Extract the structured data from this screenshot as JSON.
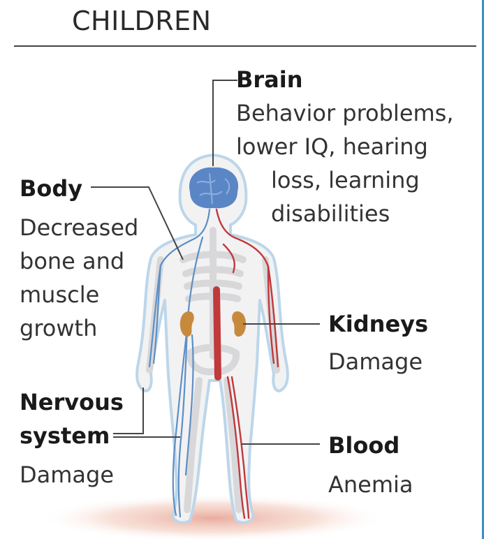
{
  "title": "CHILDREN",
  "labels": {
    "brain": {
      "heading": "Brain",
      "lines": [
        "Behavior problems,",
        "lower IQ, hearing",
        "loss, learning",
        "disabilities"
      ]
    },
    "body": {
      "heading": "Body",
      "lines": [
        "Decreased",
        "bone and",
        "muscle",
        "growth"
      ]
    },
    "kidneys": {
      "heading": "Kidneys",
      "lines": [
        "Damage"
      ]
    },
    "nervous": {
      "heading_lines": [
        "Nervous",
        "system"
      ],
      "lines": [
        "Damage"
      ]
    },
    "blood": {
      "heading": "Blood",
      "lines": [
        "Anemia"
      ]
    }
  },
  "colors": {
    "leader": "#444444",
    "brain": "#5b86c5",
    "kidney": "#c78a3c",
    "artery": "#c0393b",
    "nerve": "#5d8fc4",
    "body_fill": "#f2f2f3",
    "body_outline": "#bcd6ea"
  }
}
